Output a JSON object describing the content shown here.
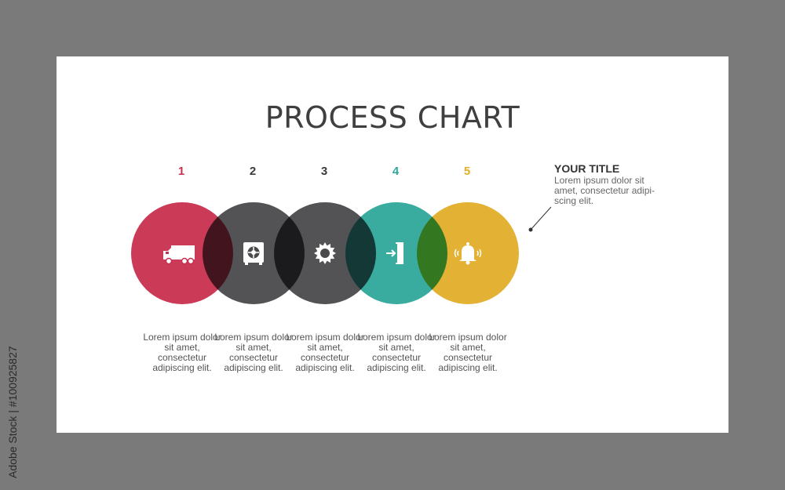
{
  "title": "PROCESS CHART",
  "steps": [
    {
      "number": "1",
      "color": "#c8304f",
      "number_color": "#c8304f",
      "icon": "truck-icon",
      "text": "Lorem ipsum dolor sit amet, consectetur adipiscing elit."
    },
    {
      "number": "2",
      "color": "#4a4a4c",
      "number_color": "#3a3a3a",
      "icon": "safe-icon",
      "text": "Lorem ipsum dolor sit amet, consectetur adipiscing elit."
    },
    {
      "number": "3",
      "color": "#4a4a4c",
      "number_color": "#3a3a3a",
      "icon": "burst-icon",
      "text": "Lorem ipsum dolor sit amet, consectetur adipiscing elit."
    },
    {
      "number": "4",
      "color": "#2ea79a",
      "number_color": "#2ea79a",
      "icon": "door-exit-icon",
      "text": "Lorem ipsum dolor sit amet, consectetur adipiscing elit."
    },
    {
      "number": "5",
      "color": "#e2ad28",
      "number_color": "#e2ad28",
      "icon": "bell-icon",
      "text": "Lorem ipsum dolor sit amet, consectetur adipiscing elit."
    }
  ],
  "side_note": {
    "title": "YOUR TITLE",
    "body": "Lorem ipsum dolor sit amet, consectetur adipi-scing elit."
  },
  "watermark": "Adobe Stock | #100925827"
}
